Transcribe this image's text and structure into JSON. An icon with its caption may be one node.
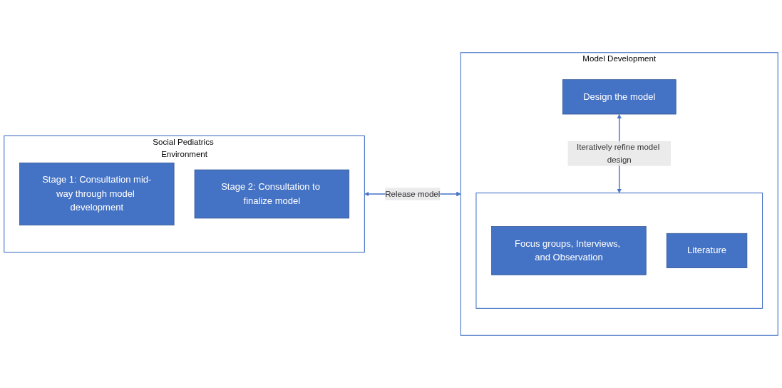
{
  "diagram": {
    "nodes": [
      {
        "text": [
          "Social Pediatrics Environment"
        ]
      },
      {
        "text": [
          "Stage 1: Consultation mid-way through model development"
        ],
        "in": 0
      },
      {
        "text": [
          "Stage 2: Consultation to finalize model"
        ],
        "in": 0
      },
      {
        "text": [
          "Model Development"
        ]
      },
      {
        "text": [
          "Design the model"
        ],
        "in": 3
      },
      {
        "text": [],
        "shape": "box",
        "in": 3
      },
      {
        "text": [
          "Focus groups, Interviews, and Observation"
        ],
        "in": 5
      },
      {
        "text": [
          "Literature"
        ],
        "in": 5
      }
    ],
    "edges": [
      {
        "from": 0,
        "to": 3,
        "arrow": "both",
        "label": "Release model"
      },
      {
        "from": 4,
        "to": 5,
        "arrow": "both",
        "label": "Iteratively refine model design"
      }
    ]
  }
}
